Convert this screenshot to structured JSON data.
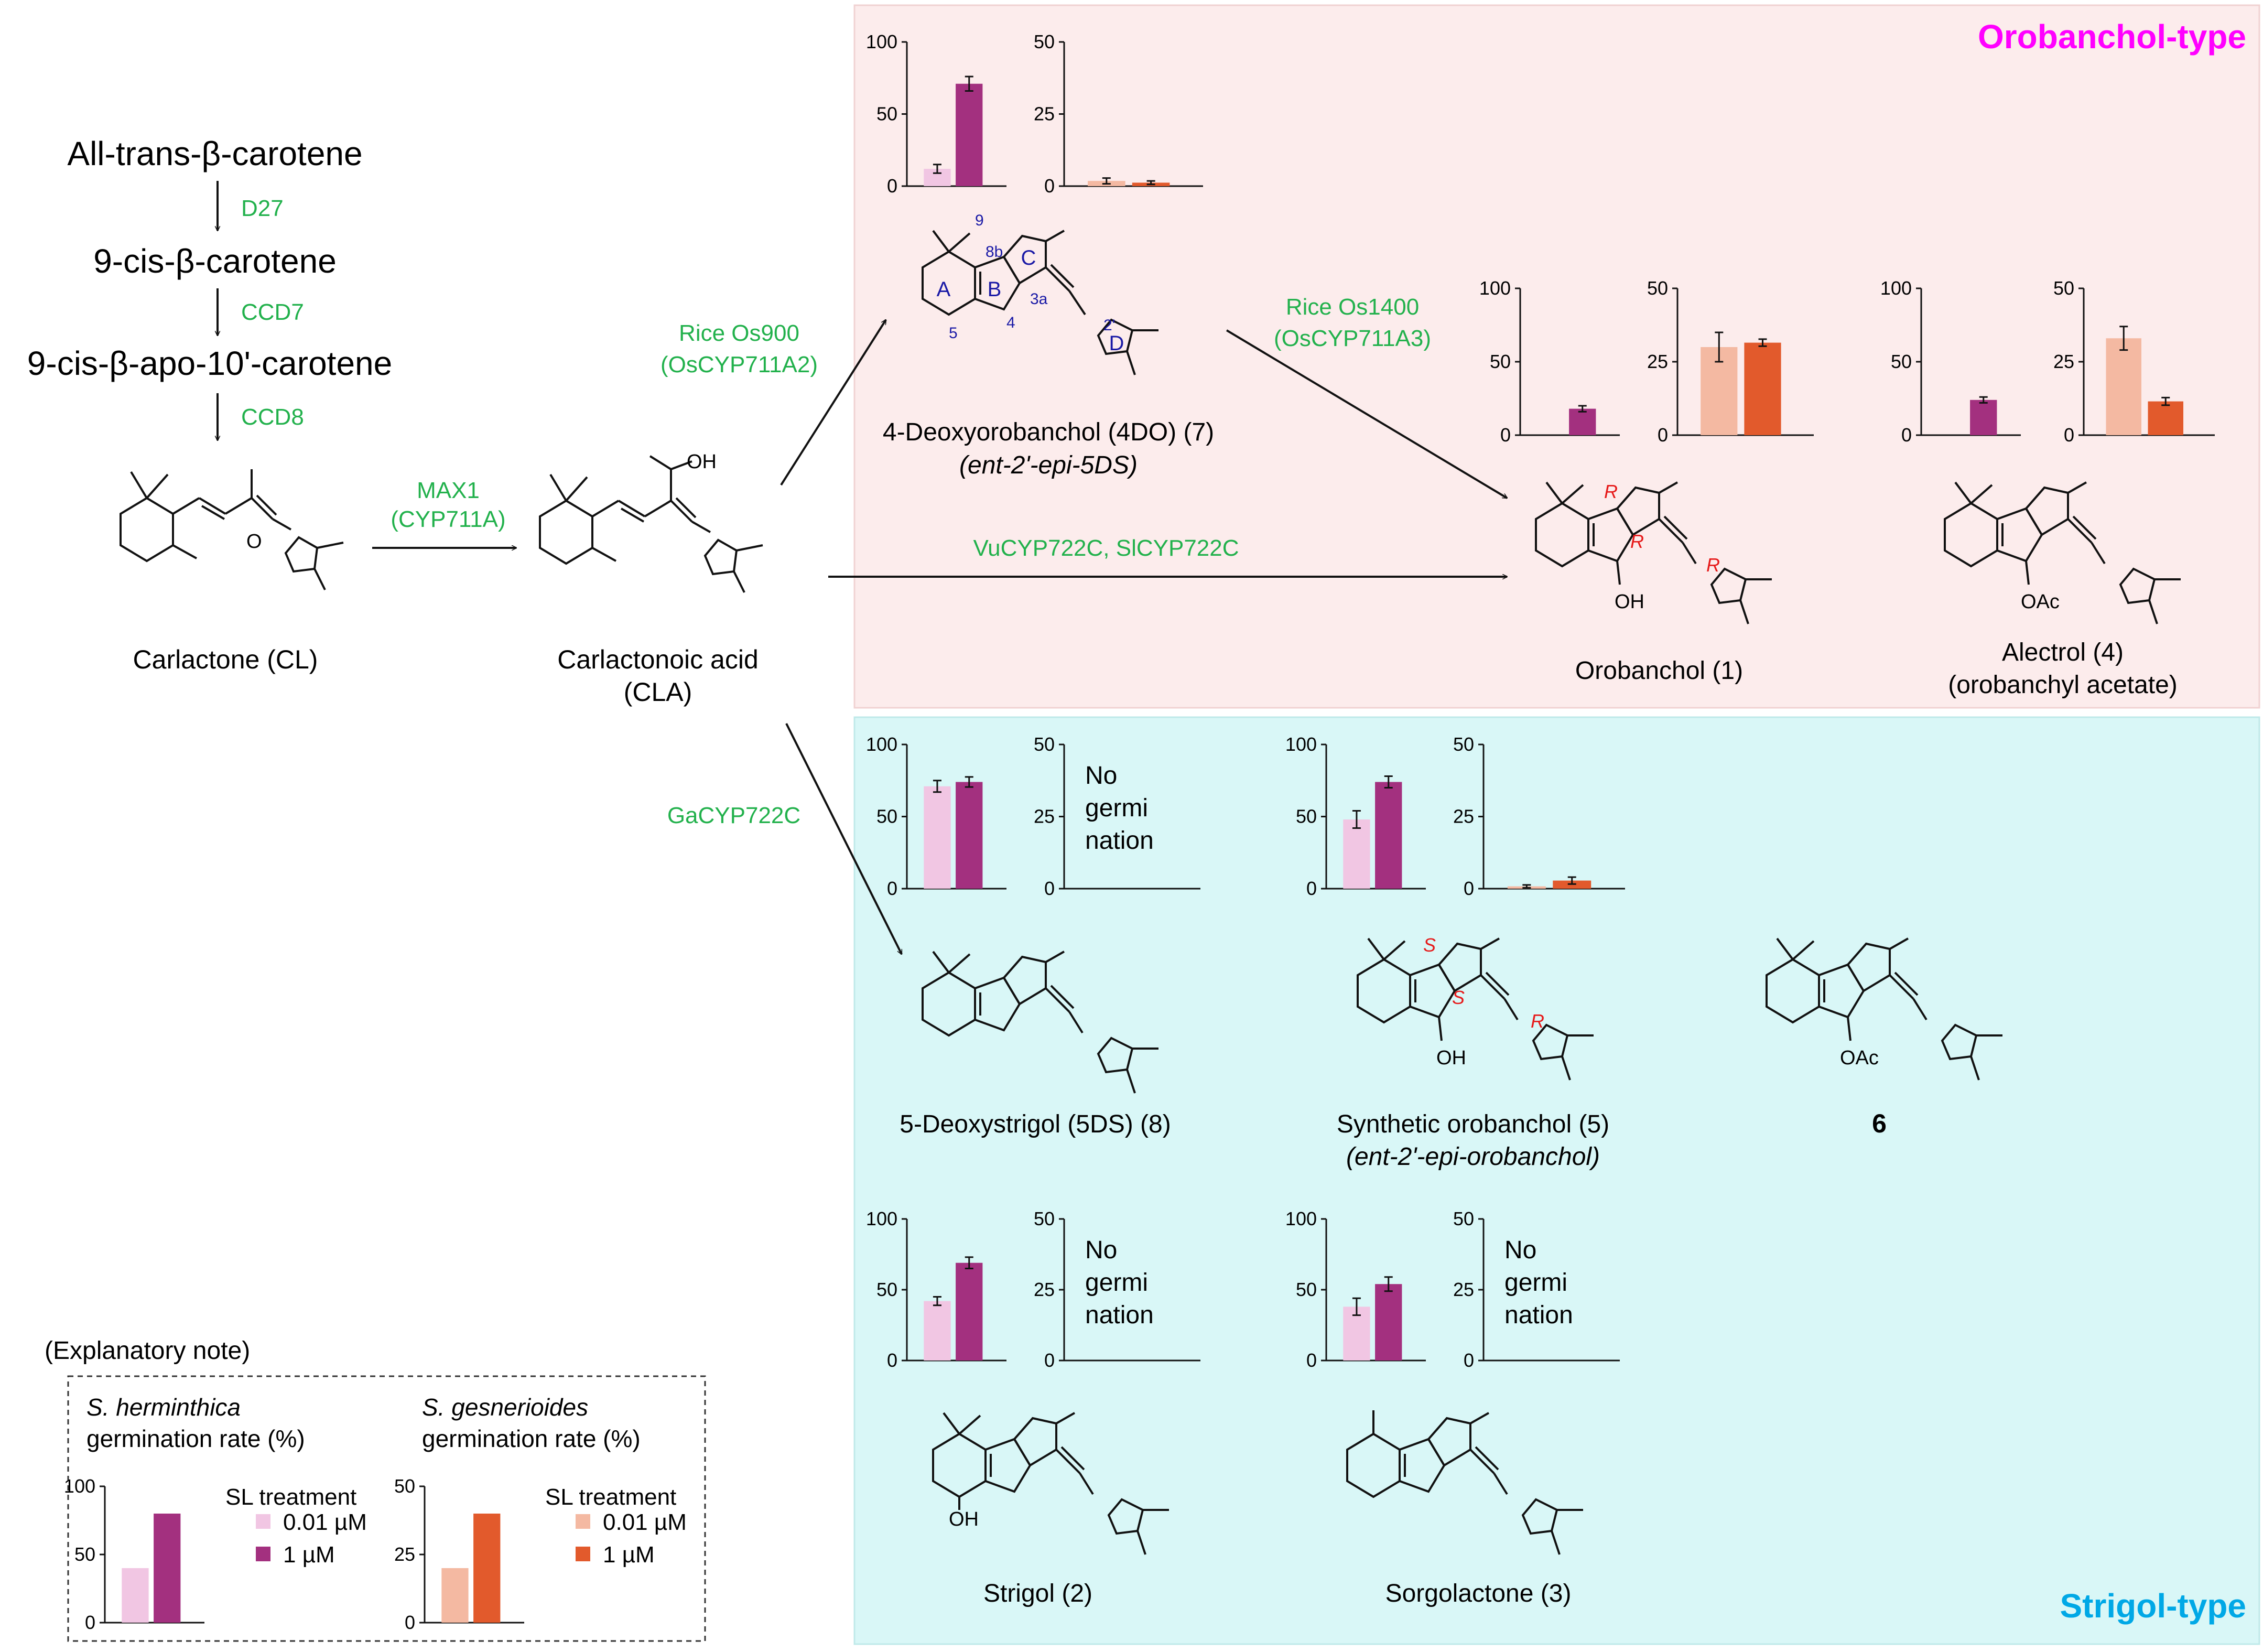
{
  "regions": {
    "orobanchol_type": "Orobanchol-type",
    "strigol_type": "Strigol-type"
  },
  "colors": {
    "orobanchol_bg": "#fcecec",
    "strigol_bg": "#d9f7f7",
    "title_orobanchol": "#ff00ff",
    "title_strigol": "#00a8e6",
    "enzyme": "#22b14c",
    "her_low": "#f1c6e3",
    "her_high": "#a3307f",
    "ges_low": "#f4b9a2",
    "ges_high": "#e25a2c",
    "stereo": "#e61a1a",
    "ring_label": "#1a1aa6"
  },
  "pathway": {
    "beta_carotene": "All-trans-β-carotene",
    "cis_carotene": "9-cis-β-carotene",
    "apo_carotene": "9-cis-β-apo-10'-carotene",
    "carlactone": "Carlactone (CL)",
    "cla_name": "Carlactonoic acid",
    "cla_abbr": "(CLA)"
  },
  "enzymes": {
    "d27": "D27",
    "ccd7": "CCD7",
    "ccd8": "CCD8",
    "max1": "MAX1",
    "max1_sub": "(CYP711A)",
    "os900": "Rice Os900",
    "os900_sub": "(OsCYP711A2)",
    "os1400": "Rice Os1400",
    "os1400_sub": "(OsCYP711A3)",
    "cyp722c": "VuCYP722C, SlCYP722C",
    "ga722c": "GaCYP722C"
  },
  "compounds": {
    "c7": "4-Deoxyorobanchol (4DO) (7)",
    "c7_sub": "(ent-2'-epi-5DS)",
    "c1": "Orobanchol (1)",
    "c4": "Alectrol (4)",
    "c4_sub": "(orobanchyl acetate)",
    "c8": "5-Deoxystrigol (5DS) (8)",
    "c5": "Synthetic orobanchol (5)",
    "c5_sub": "(ent-2'-epi-orobanchol)",
    "c6": "6",
    "c2": "Strigol (2)",
    "c3": "Sorgolactone (3)"
  },
  "labels": {
    "oh": "OH",
    "oac": "OAc",
    "cooh": "OH",
    "o": "O",
    "r": "R",
    "s": "S",
    "ring_a": "A",
    "ring_b": "B",
    "ring_c": "C",
    "ring_d": "D",
    "num_9": "9",
    "num_8b": "8b",
    "num_3a": "3a",
    "num_4": "4",
    "num_5": "5",
    "num_2p": "2'"
  },
  "no_germination": [
    "No",
    "germi",
    "nation"
  ],
  "legend": {
    "title": "(Explanatory note)",
    "her_species": "S. herminthica",
    "her_rate": "germination rate (%)",
    "ges_species": "S. gesnerioides",
    "ges_rate": "germination rate (%)",
    "treatment": "SL treatment",
    "low": "0.01 µM",
    "high": "1 µM"
  },
  "chart_data": [
    {
      "type": "bar",
      "id": "c7-her",
      "ylim": [
        0,
        100
      ],
      "yticks": [
        0,
        50,
        100
      ],
      "categories": [
        "0.01 µM",
        "1 µM"
      ],
      "values": [
        12,
        71
      ],
      "errors": [
        3,
        5
      ],
      "colors": [
        "#f1c6e3",
        "#a3307f"
      ]
    },
    {
      "type": "bar",
      "id": "c7-ges",
      "ylim": [
        0,
        50
      ],
      "yticks": [
        0,
        25,
        50
      ],
      "categories": [
        "0.01 µM",
        "1 µM"
      ],
      "values": [
        1.8,
        1.2
      ],
      "errors": [
        1,
        0.6
      ],
      "colors": [
        "#f4b9a2",
        "#e25a2c"
      ]
    },
    {
      "type": "bar",
      "id": "c1-her",
      "ylim": [
        0,
        100
      ],
      "yticks": [
        0,
        50,
        100
      ],
      "categories": [
        "0.01 µM",
        "1 µM"
      ],
      "values": [
        0,
        18
      ],
      "errors": [
        0,
        2
      ],
      "colors": [
        "#f1c6e3",
        "#a3307f"
      ]
    },
    {
      "type": "bar",
      "id": "c1-ges",
      "ylim": [
        0,
        50
      ],
      "yticks": [
        0,
        25,
        50
      ],
      "categories": [
        "0.01 µM",
        "1 µM"
      ],
      "values": [
        30,
        31.5
      ],
      "errors": [
        5,
        1.2
      ],
      "colors": [
        "#f4b9a2",
        "#e25a2c"
      ]
    },
    {
      "type": "bar",
      "id": "c4-her",
      "ylim": [
        0,
        100
      ],
      "yticks": [
        0,
        50,
        100
      ],
      "categories": [
        "0.01 µM",
        "1 µM"
      ],
      "values": [
        0,
        24
      ],
      "errors": [
        0,
        2
      ],
      "colors": [
        "#f1c6e3",
        "#a3307f"
      ]
    },
    {
      "type": "bar",
      "id": "c4-ges",
      "ylim": [
        0,
        50
      ],
      "yticks": [
        0,
        25,
        50
      ],
      "categories": [
        "0.01 µM",
        "1 µM"
      ],
      "values": [
        33,
        11.5
      ],
      "errors": [
        4,
        1.3
      ],
      "colors": [
        "#f4b9a2",
        "#e25a2c"
      ]
    },
    {
      "type": "bar",
      "id": "c8-her",
      "ylim": [
        0,
        100
      ],
      "yticks": [
        0,
        50,
        100
      ],
      "categories": [
        "0.01 µM",
        "1 µM"
      ],
      "values": [
        71,
        74
      ],
      "errors": [
        4,
        3.5
      ],
      "colors": [
        "#f1c6e3",
        "#a3307f"
      ]
    },
    {
      "type": "bar",
      "id": "c8-ges",
      "ylim": [
        0,
        50
      ],
      "yticks": [
        0,
        25,
        50
      ],
      "categories": [],
      "values": [],
      "errors": [],
      "colors": [],
      "note": "No germination"
    },
    {
      "type": "bar",
      "id": "c5-her",
      "ylim": [
        0,
        100
      ],
      "yticks": [
        0,
        50,
        100
      ],
      "categories": [
        "0.01 µM",
        "1 µM"
      ],
      "values": [
        48,
        74
      ],
      "errors": [
        6,
        4
      ],
      "colors": [
        "#f1c6e3",
        "#a3307f"
      ]
    },
    {
      "type": "bar",
      "id": "c5-ges",
      "ylim": [
        0,
        50
      ],
      "yticks": [
        0,
        25,
        50
      ],
      "categories": [
        "0.01 µM",
        "1 µM"
      ],
      "values": [
        0.8,
        2.8
      ],
      "errors": [
        0.5,
        1.2
      ],
      "colors": [
        "#f4b9a2",
        "#e25a2c"
      ]
    },
    {
      "type": "bar",
      "id": "c2-her",
      "ylim": [
        0,
        100
      ],
      "yticks": [
        0,
        50,
        100
      ],
      "categories": [
        "0.01 µM",
        "1 µM"
      ],
      "values": [
        42,
        69
      ],
      "errors": [
        3,
        4
      ],
      "colors": [
        "#f1c6e3",
        "#a3307f"
      ]
    },
    {
      "type": "bar",
      "id": "c2-ges",
      "ylim": [
        0,
        50
      ],
      "yticks": [
        0,
        25,
        50
      ],
      "categories": [],
      "values": [],
      "errors": [],
      "colors": [],
      "note": "No germination"
    },
    {
      "type": "bar",
      "id": "c3-her",
      "ylim": [
        0,
        100
      ],
      "yticks": [
        0,
        50,
        100
      ],
      "categories": [
        "0.01 µM",
        "1 µM"
      ],
      "values": [
        38,
        54
      ],
      "errors": [
        6,
        5
      ],
      "colors": [
        "#f1c6e3",
        "#a3307f"
      ]
    },
    {
      "type": "bar",
      "id": "c3-ges",
      "ylim": [
        0,
        50
      ],
      "yticks": [
        0,
        25,
        50
      ],
      "categories": [],
      "values": [],
      "errors": [],
      "colors": [],
      "note": "No germination"
    },
    {
      "type": "bar",
      "id": "legend-her",
      "ylim": [
        0,
        100
      ],
      "yticks": [
        0,
        50,
        100
      ],
      "categories": [
        "0.01 µM",
        "1 µM"
      ],
      "values": [
        40,
        80
      ],
      "errors": [
        0,
        0
      ],
      "colors": [
        "#f1c6e3",
        "#a3307f"
      ]
    },
    {
      "type": "bar",
      "id": "legend-ges",
      "ylim": [
        0,
        50
      ],
      "yticks": [
        0,
        25,
        50
      ],
      "categories": [
        "0.01 µM",
        "1 µM"
      ],
      "values": [
        20,
        40
      ],
      "errors": [
        0,
        0
      ],
      "colors": [
        "#f4b9a2",
        "#e25a2c"
      ]
    }
  ]
}
